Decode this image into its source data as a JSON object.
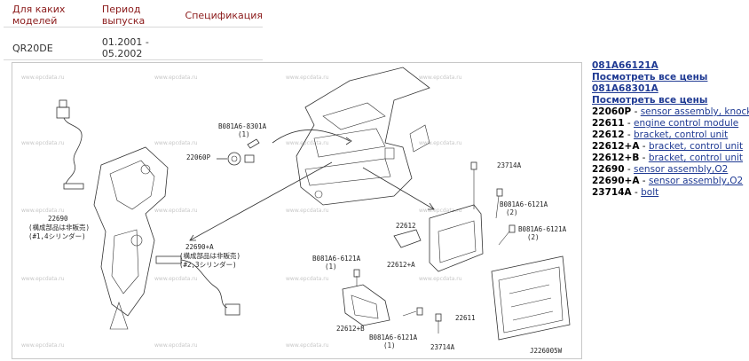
{
  "table": {
    "headers": [
      "Для каких моделей",
      "Период выпуска",
      "Спецификация"
    ],
    "row": {
      "model": "QR20DE",
      "period": "01.2001 - 05.2002",
      "spec": ""
    }
  },
  "diagram": {
    "watermark": "www.epcdata.ru",
    "labels": {
      "part_22690": "22690",
      "note_22690_a": "(構成部品は非販売)",
      "note_22690_b": "(#1,4シリンダー)",
      "part_22690a": "22690+A",
      "note_22690a_a": "(構成部品は非販売)",
      "note_22690a_b": "(#2,3シリンダー)",
      "bolt_8301a": "B081A6-8301A",
      "bolt_8301a_qty": "(1)",
      "part_22060p": "22060P",
      "part_23714a_top": "23714A",
      "bolt_6121a_r1": "B081A6-6121A",
      "bolt_6121a_r1_qty": "(2)",
      "bolt_6121a_r2": "B081A6-6121A",
      "bolt_6121a_r2_qty": "(2)",
      "part_22612": "22612",
      "bolt_6121a_l": "B081A6-6121A",
      "bolt_6121a_l_qty": "(1)",
      "part_22612a": "22612+A",
      "part_22612b": "22612+B",
      "part_22611": "22611",
      "bolt_6121a_b": "B081A6-6121A",
      "bolt_6121a_b_qty": "(1)",
      "part_23714a_bot": "23714A",
      "figure_code": "J226005W"
    }
  },
  "sidebar": {
    "code1": "081A66121A",
    "prices1": "Посмотреть все цены",
    "code2": "081A68301A",
    "prices2": "Посмотреть все цены",
    "parts": [
      {
        "num": "22060P",
        "desc": "sensor assembly, knock"
      },
      {
        "num": "22611",
        "desc": "engine control module"
      },
      {
        "num": "22612",
        "desc": "bracket, control unit"
      },
      {
        "num": "22612+A",
        "desc": "bracket, control unit"
      },
      {
        "num": "22612+B",
        "desc": "bracket, control unit"
      },
      {
        "num": "22690",
        "desc": "sensor assembly,O2"
      },
      {
        "num": "22690+A",
        "desc": "sensor assembly,O2"
      },
      {
        "num": "23714A",
        "desc": "bolt"
      }
    ]
  }
}
